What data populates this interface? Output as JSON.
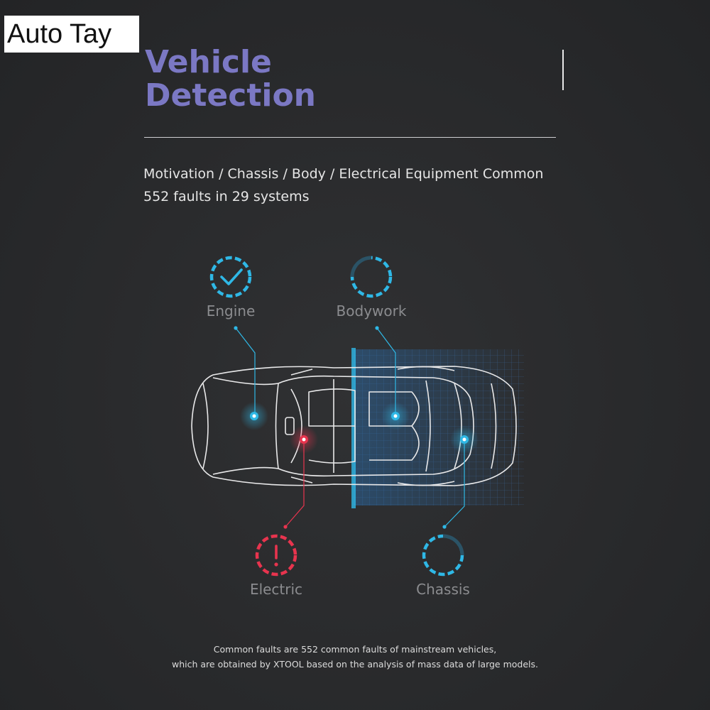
{
  "watermark": "Auto Tay",
  "header": {
    "title_line1": "Vehicle",
    "title_line2": "Detection"
  },
  "subtitle": {
    "line1": "Motivation / Chassis / Body / Electrical Equipment Common",
    "line2": "552 faults in 29 systems"
  },
  "systems": [
    {
      "label": "Engine",
      "status_icon": "check-icon",
      "color": "#2fb8e6"
    },
    {
      "label": "Bodywork",
      "status_icon": "pending-icon",
      "color": "#2fb8e6"
    },
    {
      "label": "Electric",
      "status_icon": "warning-icon",
      "color": "#e8344e"
    },
    {
      "label": "Chassis",
      "status_icon": "pending-icon",
      "color": "#2fb8e6"
    }
  ],
  "footnote": {
    "line1": "Common faults are 552 common faults of mainstream vehicles,",
    "line2": "which are obtained by XTOOL based on the analysis of mass data of large models."
  },
  "colors": {
    "title": "#7b78c4",
    "accent_blue": "#2fb8e6",
    "accent_red": "#e8344e",
    "background": "#2a2b2d"
  }
}
